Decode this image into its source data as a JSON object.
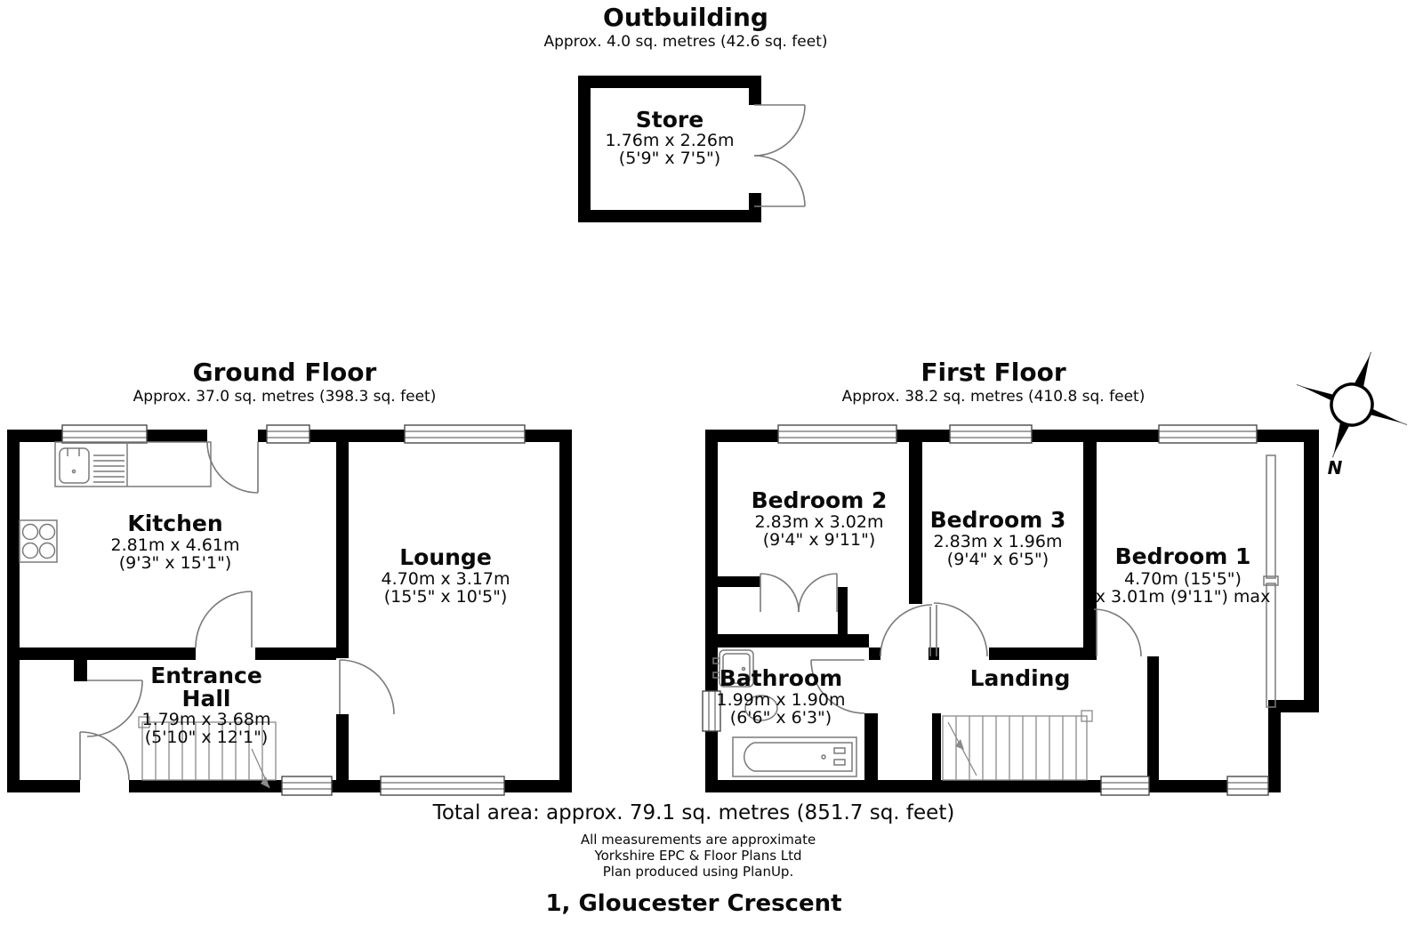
{
  "title": "1, Gloucester Crescent",
  "compass": {
    "north_label": "N"
  },
  "outbuilding": {
    "heading": "Outbuilding",
    "area": "Approx. 4.0 sq. metres (42.6 sq. feet)",
    "rooms": {
      "store": {
        "name": "Store",
        "metric": "1.76m x 2.26m",
        "imperial": "(5'9\" x 7'5\")"
      }
    }
  },
  "ground_floor": {
    "heading": "Ground Floor",
    "area": "Approx. 37.0 sq. metres (398.3 sq. feet)",
    "rooms": {
      "kitchen": {
        "name": "Kitchen",
        "metric": "2.81m x 4.61m",
        "imperial": "(9'3\" x 15'1\")"
      },
      "lounge": {
        "name": "Lounge",
        "metric": "4.70m x 3.17m",
        "imperial": "(15'5\" x 10'5\")"
      },
      "entrance_hall": {
        "name_line1": "Entrance",
        "name_line2": "Hall",
        "metric": "1.79m x 3.68m",
        "imperial": "(5'10\" x 12'1\")"
      }
    }
  },
  "first_floor": {
    "heading": "First Floor",
    "area": "Approx. 38.2 sq. metres (410.8 sq. feet)",
    "rooms": {
      "bedroom1": {
        "name": "Bedroom 1",
        "metric": "4.70m (15'5\")",
        "imperial": "x 3.01m (9'11\") max"
      },
      "bedroom2": {
        "name": "Bedroom 2",
        "metric": "2.83m x 3.02m",
        "imperial": "(9'4\" x 9'11\")"
      },
      "bedroom3": {
        "name": "Bedroom 3",
        "metric": "2.83m x 1.96m",
        "imperial": "(9'4\" x 6'5\")"
      },
      "bathroom": {
        "name": "Bathroom",
        "metric": "1.99m x 1.90m",
        "imperial": "(6'6\" x 6'3\")"
      },
      "landing": {
        "name": "Landing"
      }
    }
  },
  "footer": {
    "total_area": "Total area: approx. 79.1 sq. metres (851.7 sq. feet)",
    "disclaimer": "All measurements are approximate",
    "company": "Yorkshire EPC & Floor Plans  Ltd",
    "produced": "Plan produced using PlanUp."
  }
}
